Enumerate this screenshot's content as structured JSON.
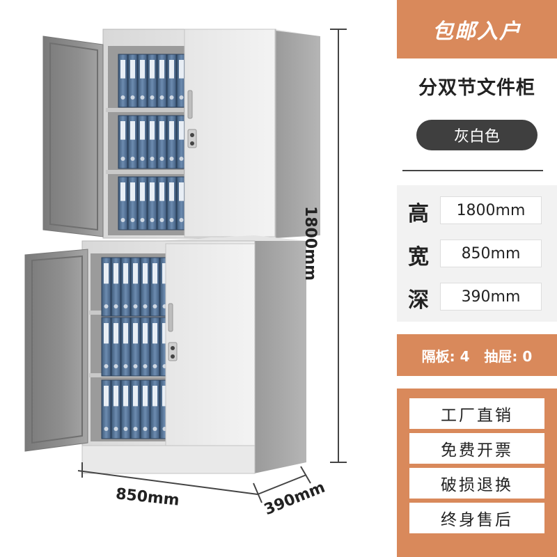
{
  "badge": "包邮入户",
  "product_title": "分双节文件柜",
  "color_name": "灰白色",
  "specs": [
    {
      "label": "高",
      "value": "1800mm"
    },
    {
      "label": "宽",
      "value": "850mm"
    },
    {
      "label": "深",
      "value": "390mm"
    }
  ],
  "shelves_drawers": "隔板: 4   抽屉: 0",
  "promos": [
    "工厂直销",
    "免费开票",
    "破损退换",
    "终身售后"
  ],
  "dimensions": {
    "height": "1800mm",
    "width": "850mm",
    "depth": "390mm"
  }
}
